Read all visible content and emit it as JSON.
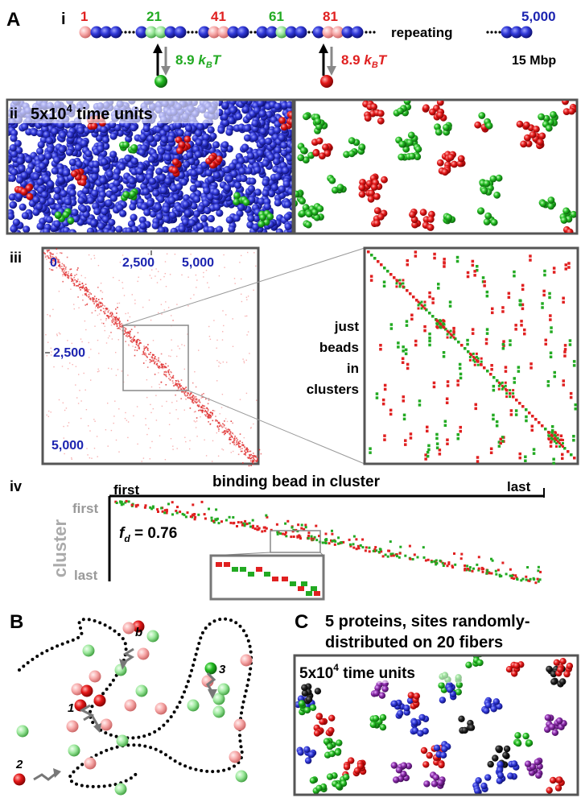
{
  "panel_labels": {
    "A": "A",
    "B": "B",
    "C": "C",
    "i": "i",
    "ii": "ii",
    "iii": "iii",
    "iv": "iv"
  },
  "row_i": {
    "bead_numbers": [
      {
        "text": "1",
        "color": "#e02020"
      },
      {
        "text": "21",
        "color": "#22aa22"
      },
      {
        "text": "41",
        "color": "#e02020"
      },
      {
        "text": "61",
        "color": "#22aa22"
      },
      {
        "text": "81",
        "color": "#e02020"
      }
    ],
    "repeating": "repeating",
    "last_bead": "5,000",
    "energy_value": "8.9",
    "energy_unit": "kBT",
    "length": "15 Mbp"
  },
  "row_ii": {
    "time": "5x10",
    "time_exp": "4",
    "time_unit": "time units"
  },
  "row_iii": {
    "ticks_top": [
      "0",
      "2,500",
      "5,000"
    ],
    "ticks_left": [
      "2,500",
      "5,000"
    ],
    "zoom_caption": [
      "just",
      "beads",
      "in",
      "clusters"
    ]
  },
  "row_iv": {
    "title": "binding bead in cluster",
    "x_first": "first",
    "x_last": "last",
    "y_label": "cluster",
    "y_first": "first",
    "y_last": "last",
    "fd_label": "f",
    "fd_sub": "d",
    "fd_value": "= 0.76"
  },
  "panel_B": {
    "labels": [
      "1",
      "2",
      "3",
      "b"
    ]
  },
  "panel_C": {
    "title_line1": "5 proteins, sites randomly-",
    "title_line2": "distributed on 20 fibers",
    "time": "5x10",
    "time_exp": "4",
    "time_unit": "time units"
  },
  "colors": {
    "red": "#e02020",
    "green": "#22aa22",
    "blue": "#1a1acc",
    "navy": "#1c24b0",
    "frame": "#555555",
    "gray": "#999999",
    "purple": "#8a2aa8",
    "black": "#111111"
  }
}
